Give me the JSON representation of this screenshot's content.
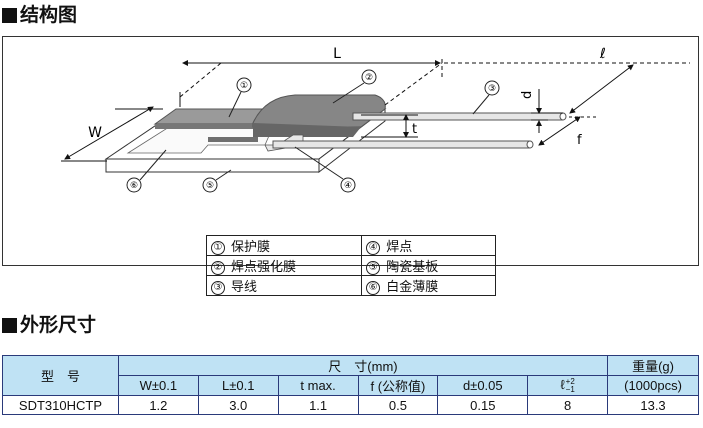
{
  "section1": {
    "title": "结构图"
  },
  "section2": {
    "title": "外形尺寸"
  },
  "diagram": {
    "dim_labels": {
      "L": "L",
      "ell": "ℓ",
      "W": "W",
      "d": "d",
      "t": "t",
      "f": "f"
    },
    "callouts": [
      "①",
      "②",
      "③",
      "④",
      "⑤",
      "⑥"
    ]
  },
  "legend": [
    [
      {
        "num": "①",
        "label": "保护膜"
      },
      {
        "num": "④",
        "label": "焊点"
      }
    ],
    [
      {
        "num": "②",
        "label": "焊点强化膜"
      },
      {
        "num": "⑤",
        "label": "陶瓷基板"
      }
    ],
    [
      {
        "num": "③",
        "label": "导线"
      },
      {
        "num": "⑥",
        "label": "白金薄膜"
      }
    ]
  ],
  "spec_table": {
    "model_header": "型　号",
    "dims_header": "尺　寸(mm)",
    "weight_header_1": "重量(g)",
    "weight_header_2": "(1000pcs)",
    "columns": [
      "W±0.1",
      "L±0.1",
      "t max.",
      "f (公称值)",
      "d±0.05",
      "ℓ"
    ],
    "ell_tol_plus": "+2",
    "ell_tol_minus": "−1",
    "rows": [
      {
        "model": "SDT310HCTP",
        "W": "1.2",
        "L": "3.0",
        "t": "1.1",
        "f": "0.5",
        "d": "0.15",
        "ell": "8",
        "weight": "13.3"
      }
    ]
  },
  "colors": {
    "header_bg": "#bfe2f4",
    "border": "#2a3a7a",
    "film_gray": "#8a8a8a"
  }
}
